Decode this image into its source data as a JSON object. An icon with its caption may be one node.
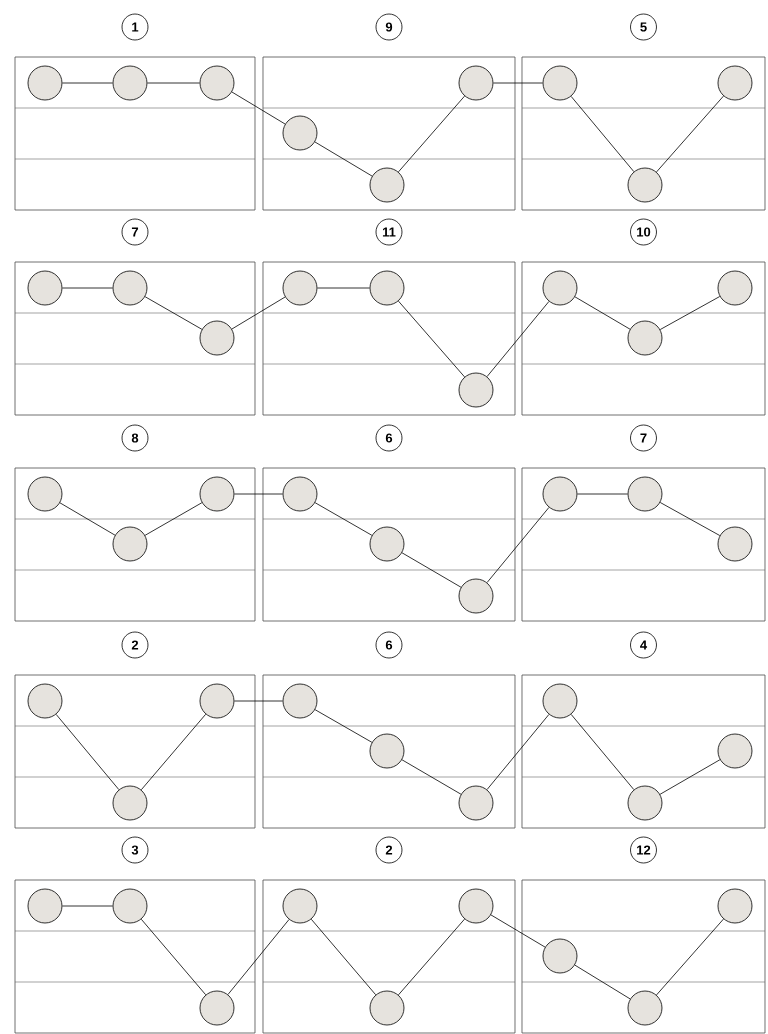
{
  "diagram": {
    "nodes": [
      {
        "text": [
          "1"
        ]
      },
      {
        "text": [
          "9"
        ]
      },
      {
        "text": [
          "5"
        ]
      },
      {
        "text": [],
        "shape": "circle"
      },
      {
        "text": [],
        "shape": "circle"
      },
      {
        "text": [],
        "shape": "circle"
      },
      {
        "text": [],
        "shape": "circle"
      },
      {
        "text": [],
        "shape": "circle"
      },
      {
        "text": [],
        "shape": "circle"
      },
      {
        "text": [],
        "shape": "circle"
      },
      {
        "text": [],
        "shape": "circle"
      },
      {
        "text": [],
        "shape": "circle"
      },
      {
        "text": [
          "7"
        ]
      },
      {
        "text": [
          "11"
        ]
      },
      {
        "text": [
          "10"
        ]
      },
      {
        "text": [],
        "shape": "circle"
      },
      {
        "text": [],
        "shape": "circle"
      },
      {
        "text": [],
        "shape": "circle"
      },
      {
        "text": [],
        "shape": "circle"
      },
      {
        "text": [],
        "shape": "circle"
      },
      {
        "text": [],
        "shape": "circle"
      },
      {
        "text": [],
        "shape": "circle"
      },
      {
        "text": [],
        "shape": "circle"
      },
      {
        "text": [],
        "shape": "circle"
      },
      {
        "text": [
          "8"
        ]
      },
      {
        "text": [
          "6"
        ]
      },
      {
        "text": [
          "7"
        ]
      },
      {
        "text": [],
        "shape": "circle"
      },
      {
        "text": [],
        "shape": "circle"
      },
      {
        "text": [],
        "shape": "circle"
      },
      {
        "text": [],
        "shape": "circle"
      },
      {
        "text": [],
        "shape": "circle"
      },
      {
        "text": [],
        "shape": "circle"
      },
      {
        "text": [],
        "shape": "circle"
      },
      {
        "text": [],
        "shape": "circle"
      },
      {
        "text": [],
        "shape": "circle"
      },
      {
        "text": [
          "2"
        ]
      },
      {
        "text": [
          "6"
        ]
      },
      {
        "text": [
          "4"
        ]
      },
      {
        "text": [],
        "shape": "circle"
      },
      {
        "text": [],
        "shape": "circle"
      },
      {
        "text": [],
        "shape": "circle"
      },
      {
        "text": [],
        "shape": "circle"
      },
      {
        "text": [],
        "shape": "circle"
      },
      {
        "text": [],
        "shape": "circle"
      },
      {
        "text": [],
        "shape": "circle"
      },
      {
        "text": [],
        "shape": "circle"
      },
      {
        "text": [],
        "shape": "circle"
      },
      {
        "text": [
          "3"
        ]
      },
      {
        "text": [
          "2"
        ]
      },
      {
        "text": [
          "12"
        ]
      },
      {
        "text": [],
        "shape": "circle"
      },
      {
        "text": [],
        "shape": "circle"
      },
      {
        "text": [],
        "shape": "circle"
      },
      {
        "text": [],
        "shape": "circle"
      },
      {
        "text": [],
        "shape": "circle"
      },
      {
        "text": [],
        "shape": "circle"
      },
      {
        "text": [],
        "shape": "circle"
      },
      {
        "text": [],
        "shape": "circle"
      },
      {
        "text": [],
        "shape": "circle"
      }
    ],
    "edges": [
      {
        "from": 3,
        "to": 4,
        "arrow": "none"
      },
      {
        "from": 4,
        "to": 5,
        "arrow": "none"
      },
      {
        "from": 5,
        "to": 6,
        "arrow": "none"
      },
      {
        "from": 6,
        "to": 7,
        "arrow": "none"
      },
      {
        "from": 7,
        "to": 8,
        "arrow": "none"
      },
      {
        "from": 8,
        "to": 9,
        "arrow": "none"
      },
      {
        "from": 9,
        "to": 10,
        "arrow": "none"
      },
      {
        "from": 10,
        "to": 11,
        "arrow": "none"
      },
      {
        "from": 15,
        "to": 16,
        "arrow": "none"
      },
      {
        "from": 16,
        "to": 17,
        "arrow": "none"
      },
      {
        "from": 17,
        "to": 18,
        "arrow": "none"
      },
      {
        "from": 18,
        "to": 19,
        "arrow": "none"
      },
      {
        "from": 19,
        "to": 20,
        "arrow": "none"
      },
      {
        "from": 20,
        "to": 21,
        "arrow": "none"
      },
      {
        "from": 21,
        "to": 22,
        "arrow": "none"
      },
      {
        "from": 22,
        "to": 23,
        "arrow": "none"
      },
      {
        "from": 27,
        "to": 28,
        "arrow": "none"
      },
      {
        "from": 28,
        "to": 29,
        "arrow": "none"
      },
      {
        "from": 29,
        "to": 30,
        "arrow": "none"
      },
      {
        "from": 30,
        "to": 31,
        "arrow": "none"
      },
      {
        "from": 31,
        "to": 32,
        "arrow": "none"
      },
      {
        "from": 32,
        "to": 33,
        "arrow": "none"
      },
      {
        "from": 33,
        "to": 34,
        "arrow": "none"
      },
      {
        "from": 34,
        "to": 35,
        "arrow": "none"
      },
      {
        "from": 39,
        "to": 40,
        "arrow": "none"
      },
      {
        "from": 40,
        "to": 41,
        "arrow": "none"
      },
      {
        "from": 41,
        "to": 42,
        "arrow": "none"
      },
      {
        "from": 42,
        "to": 43,
        "arrow": "none"
      },
      {
        "from": 43,
        "to": 44,
        "arrow": "none"
      },
      {
        "from": 44,
        "to": 45,
        "arrow": "none"
      },
      {
        "from": 45,
        "to": 46,
        "arrow": "none"
      },
      {
        "from": 46,
        "to": 47,
        "arrow": "none"
      },
      {
        "from": 51,
        "to": 52,
        "arrow": "none"
      },
      {
        "from": 52,
        "to": 53,
        "arrow": "none"
      },
      {
        "from": 53,
        "to": 54,
        "arrow": "none"
      },
      {
        "from": 54,
        "to": 55,
        "arrow": "none"
      },
      {
        "from": 55,
        "to": 56,
        "arrow": "none"
      },
      {
        "from": 56,
        "to": 57,
        "arrow": "none"
      },
      {
        "from": 57,
        "to": 58,
        "arrow": "none"
      },
      {
        "from": 58,
        "to": 59,
        "arrow": "none"
      }
    ]
  }
}
